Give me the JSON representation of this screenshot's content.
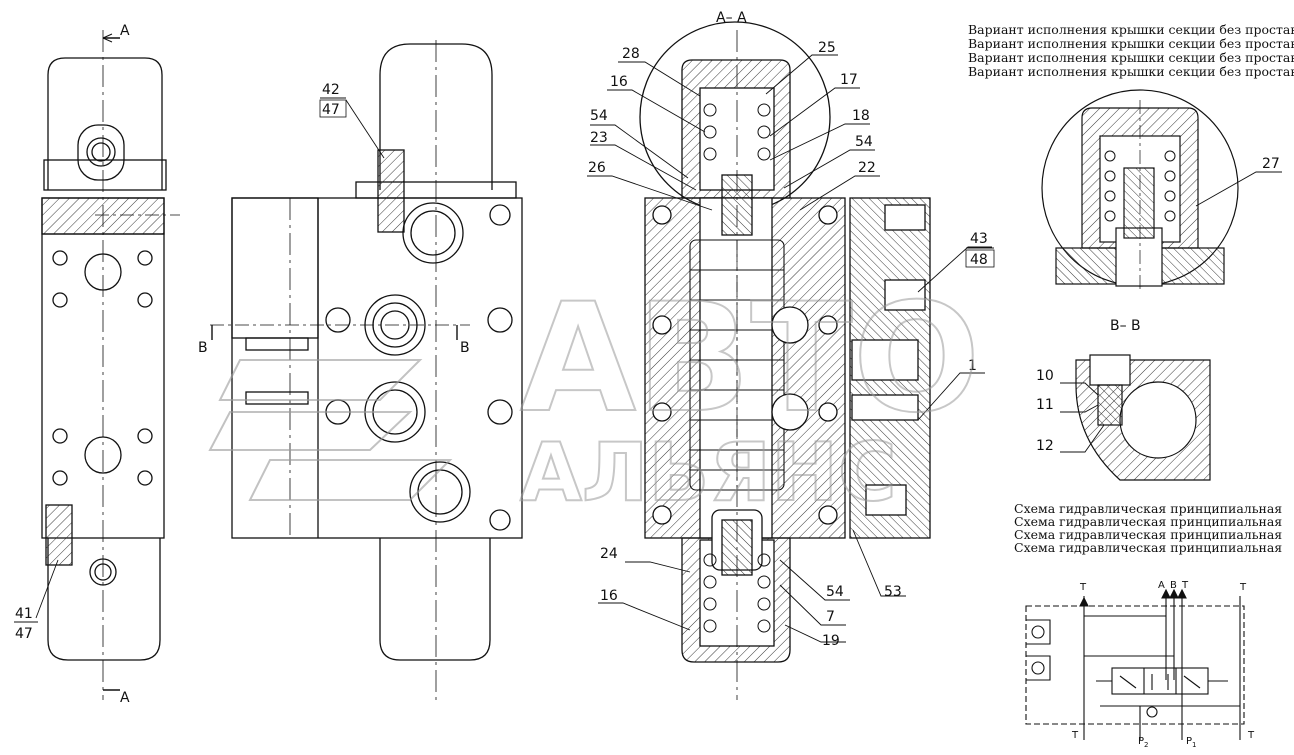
{
  "section_labels": {
    "a_top": "A",
    "a_bottom": "A",
    "b_left": "B",
    "b_right": "B",
    "title_aa": "A– A",
    "title_bb": "B– B"
  },
  "variant_notes": [
    "Вариант исполнения крышки секции без проставки",
    "Вариант исполнения крышки секции без проставки",
    "Вариант исполнения крышки секции без проставки",
    "Вариант исполнения крышки секции без проставки"
  ],
  "schema_notes": [
    "Схема гидравлическая принципиальная",
    "Схема гидравлическая принципиальная",
    "Схема гидравлическая принципиальная",
    "Схема гидравлическая принципиальная"
  ],
  "callouts": {
    "c28": "28",
    "c25": "25",
    "c16a": "16",
    "c17": "17",
    "c18": "18",
    "c54a": "54",
    "c23": "23",
    "c54b": "54",
    "c26": "26",
    "c22": "22",
    "c43": "43",
    "c48": "48",
    "c1": "1",
    "c27": "27",
    "c10": "10",
    "c11": "11",
    "c12": "12",
    "c24": "24",
    "c16b": "16",
    "c54c": "54",
    "c7": "7",
    "c19": "19",
    "c53": "53",
    "c42": "42",
    "c47a": "47",
    "c41": "41",
    "c47b": "47"
  },
  "scheme_labels": {
    "t1": "T",
    "a": "A",
    "b": "B",
    "t2": "T",
    "t3": "T",
    "t4": "T",
    "t5": "T",
    "p2": "P",
    "p2sub": "2",
    "p1": "P",
    "p1sub": "1"
  },
  "watermark": {
    "line1": "АВТО",
    "line2": "АЛЬЯНС"
  }
}
